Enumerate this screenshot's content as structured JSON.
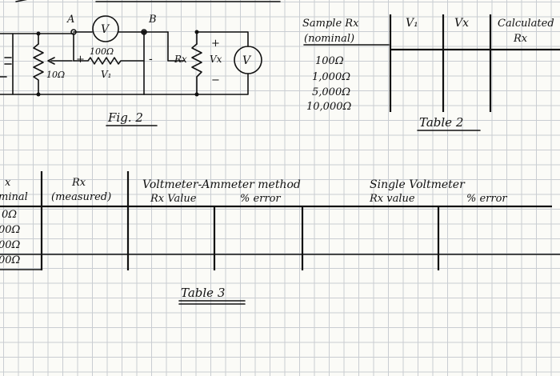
{
  "fig2": {
    "caption": "Fig. 2",
    "node_a": "A",
    "node_b": "B",
    "meter_left": "V",
    "meter_right": "V",
    "series_resistor": "100Ω",
    "pot_resistor": "10Ω",
    "v1_label": "V₁",
    "plus_left": "+",
    "minus_left": "-",
    "rx_label": "Rx",
    "vx_label": "Vx",
    "plus_right": "+",
    "minus_right": "−"
  },
  "table2": {
    "caption": "Table 2",
    "headers": [
      "Sample Rx",
      "(nominal)",
      "V₁",
      "Vx",
      "Calculated",
      "Rx"
    ],
    "rows": [
      "100Ω",
      "1,000Ω",
      "5,000Ω",
      "10,000Ω"
    ]
  },
  "table3": {
    "caption": "Table 3",
    "headers": {
      "col1_top": "x",
      "col1_bottom": "minal",
      "col2_top": "Rx",
      "col2_bottom": "(measured)",
      "group_vam": "Voltmeter-Ammeter method",
      "vam_rx": "Rx Value",
      "vam_err": "% error",
      "group_sv_1": "Single Voltmeter",
      "sv_rx": "Rx value",
      "sv_err": "% error"
    },
    "rows": [
      "0Ω",
      "00Ω",
      "00Ω",
      "00Ω"
    ]
  }
}
